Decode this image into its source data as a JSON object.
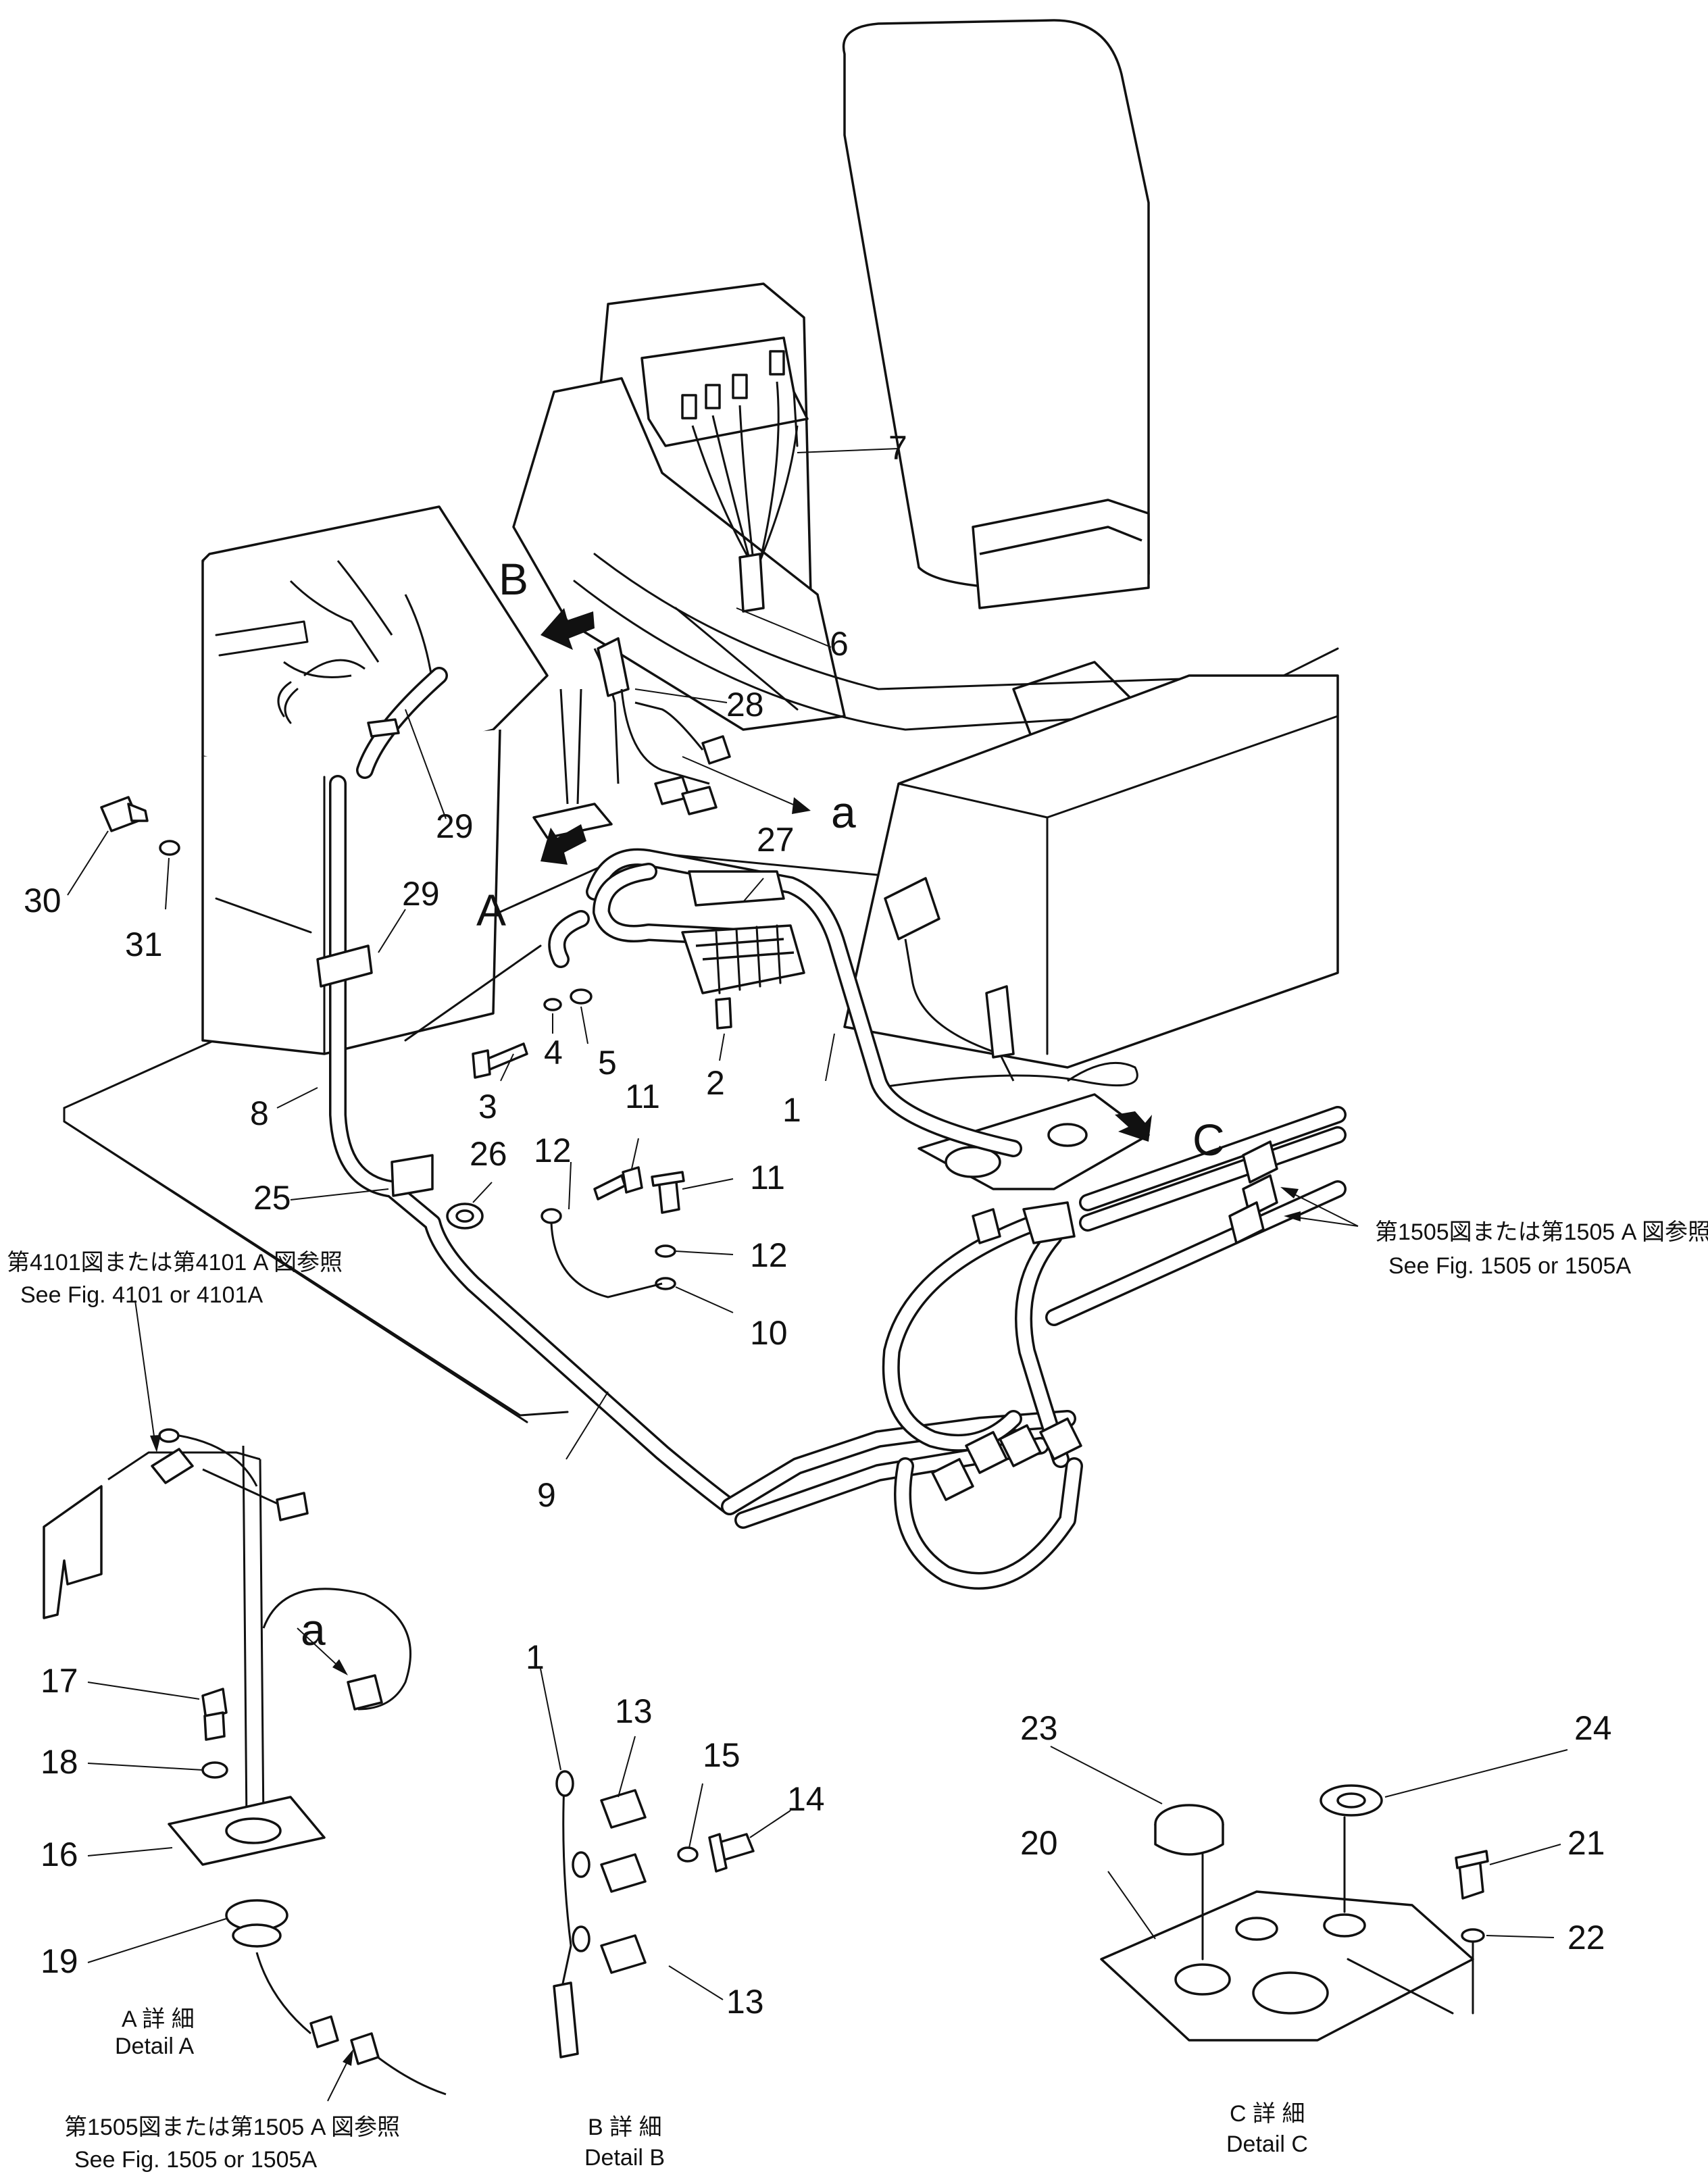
{
  "callouts": {
    "c1": "1",
    "c2": "2",
    "c3": "3",
    "c4": "4",
    "c5": "5",
    "c6": "6",
    "c7": "7",
    "c8": "8",
    "c9": "9",
    "c10": "10",
    "c11": "11",
    "c12": "12",
    "c13": "13",
    "c14": "14",
    "c15": "15",
    "c16": "16",
    "c17": "17",
    "c18": "18",
    "c19": "19",
    "c20": "20",
    "c21": "21",
    "c22": "22",
    "c23": "23",
    "c24": "24",
    "c25": "25",
    "c26": "26",
    "c27": "27",
    "c28": "28",
    "c29": "29",
    "c30": "30",
    "c31": "31"
  },
  "view_letters": {
    "A": "A",
    "B": "B",
    "C": "C",
    "a": "a"
  },
  "references": {
    "fig4101_jp": "第4101図または第4101 A 図参照",
    "fig4101_en": "See Fig. 4101 or 4101A",
    "fig1505_jp": "第1505図または第1505 A 図参照",
    "fig1505_en": "See Fig. 1505 or 1505A"
  },
  "details": {
    "a_jp": "A 詳 細",
    "a_en": "Detail A",
    "b_jp": "B 詳 細",
    "b_en": "Detail B",
    "c_jp": "C 詳 細",
    "c_en": "Detail C"
  }
}
